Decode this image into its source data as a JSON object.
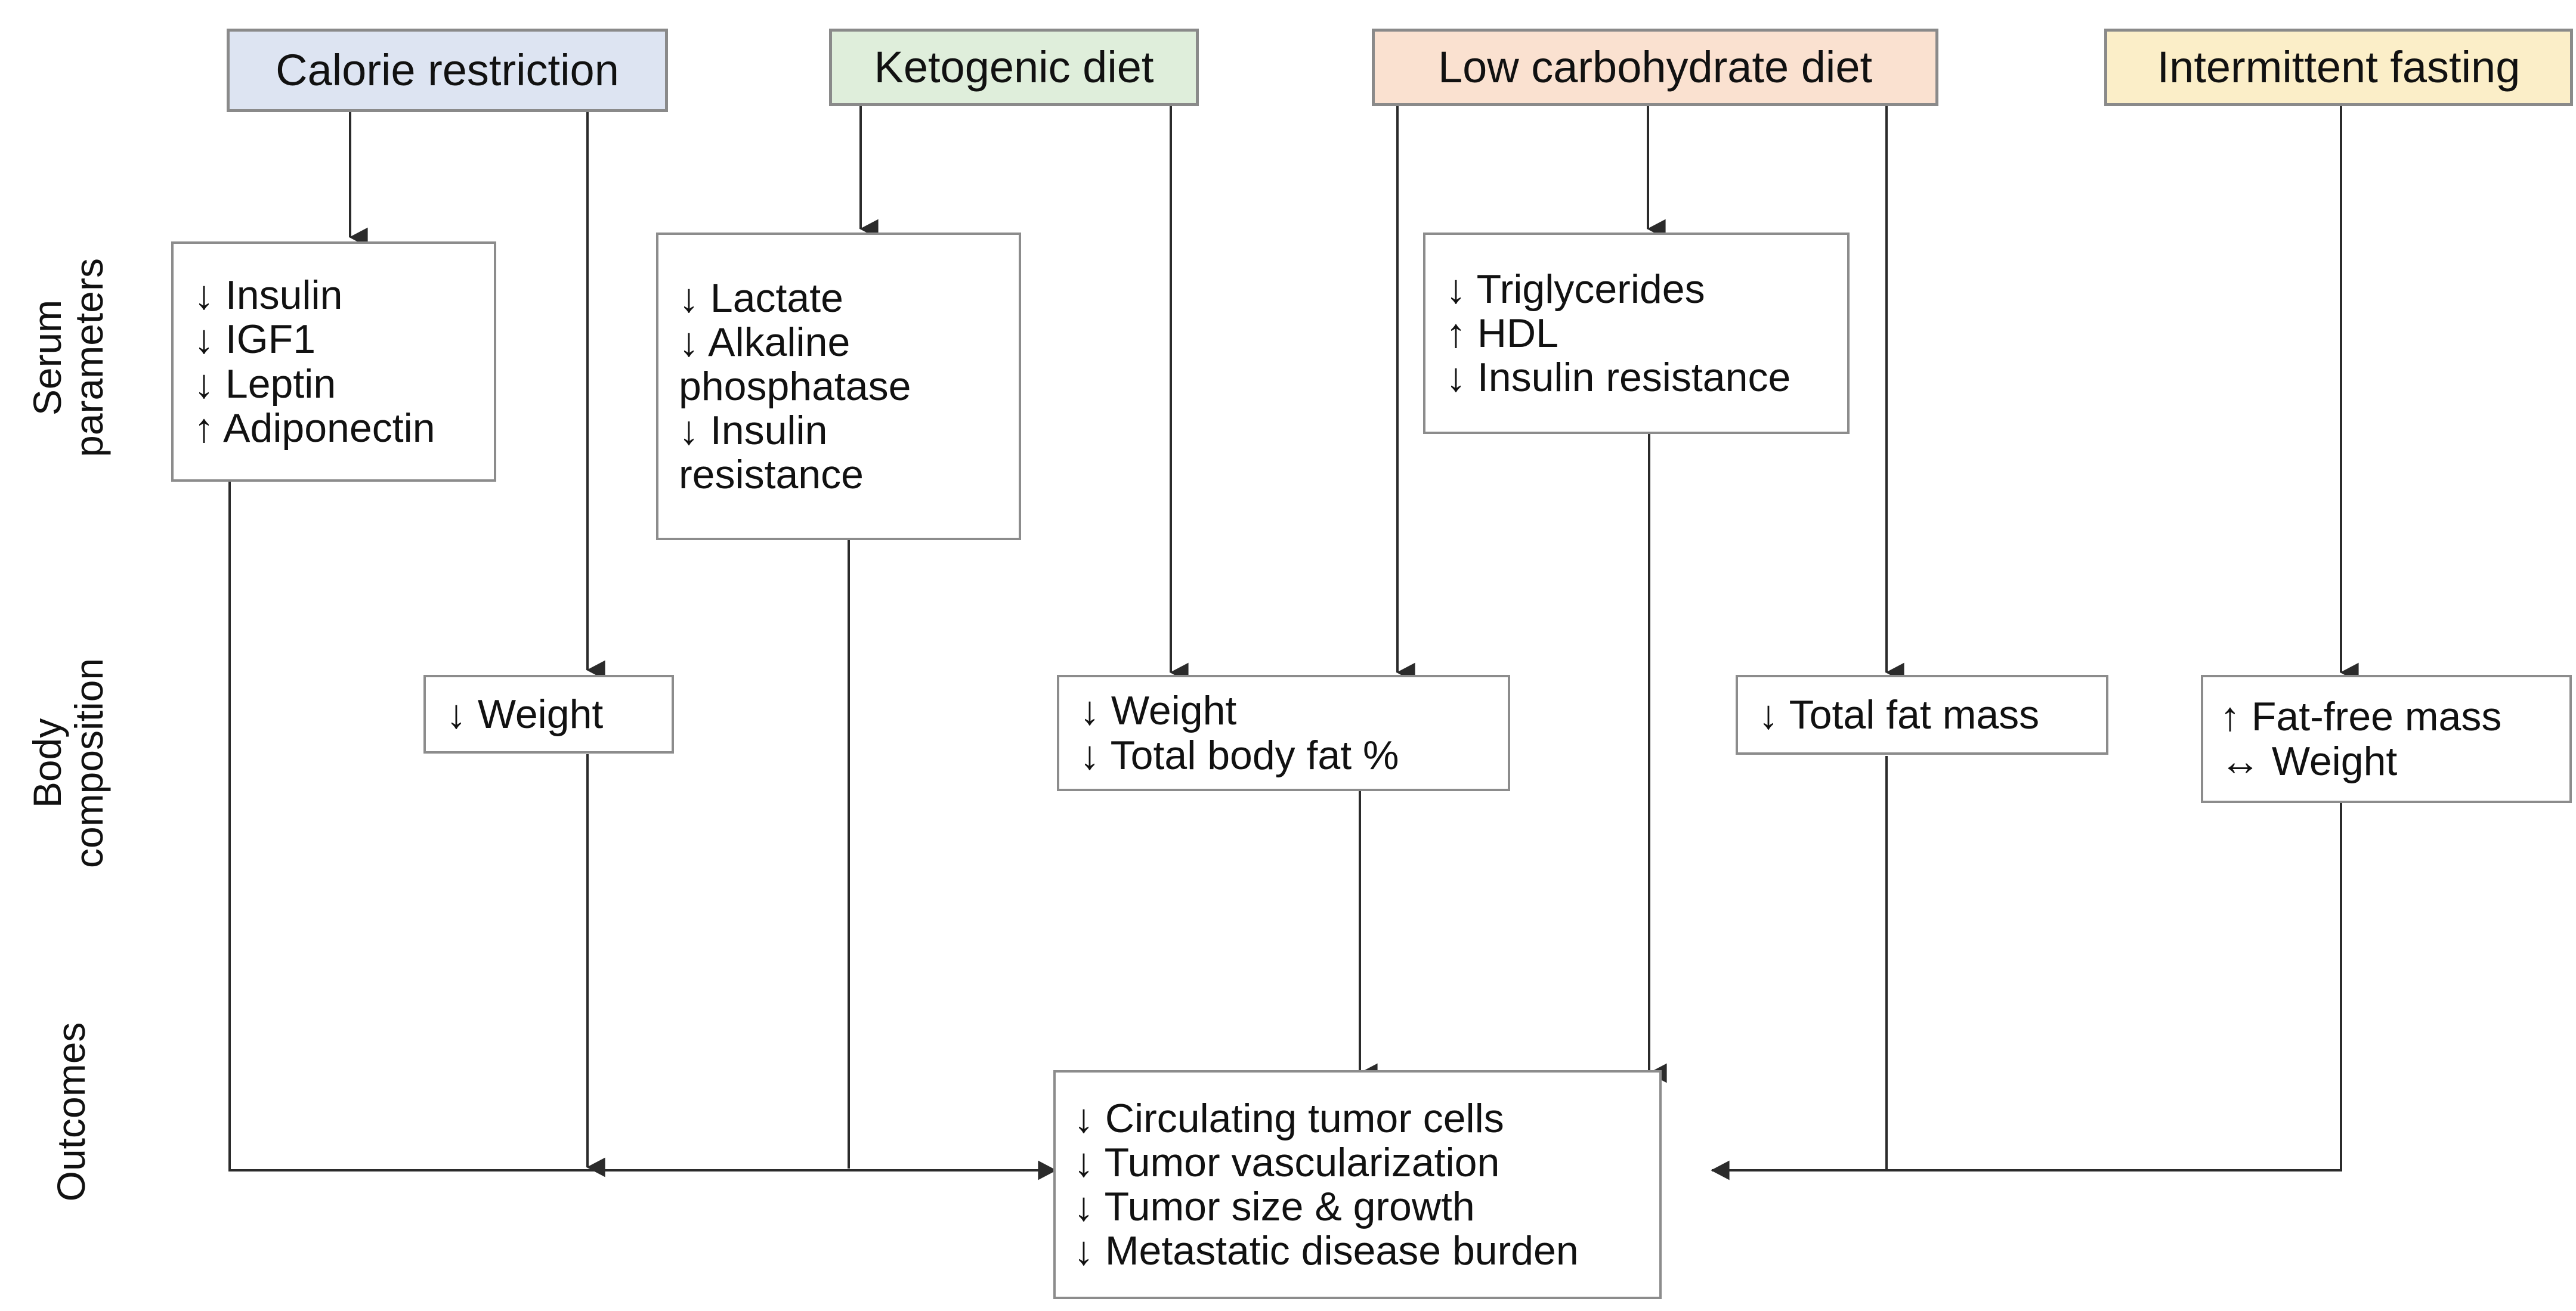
{
  "figure": {
    "type": "flow-diagram",
    "background": "#ffffff"
  },
  "row_labels": [
    {
      "id": "serum",
      "text": "Serum\nparameters"
    },
    {
      "id": "body",
      "text": "Body\ncomposition"
    },
    {
      "id": "outcomes",
      "text": "Outcomes"
    }
  ],
  "diets": [
    {
      "id": "calorie-restriction",
      "label": "Calorie restriction",
      "color": "#dde4f2"
    },
    {
      "id": "ketogenic-diet",
      "label": "Ketogenic diet",
      "color": "#dfeedb"
    },
    {
      "id": "low-carbohydrate-diet",
      "label": "Low carbohydrate diet",
      "color": "#fae1d0"
    },
    {
      "id": "intermittent-fasting",
      "label": "Intermittent fasting",
      "color": "#fbeec8"
    }
  ],
  "serum_boxes": [
    {
      "id": "serum-calorie-restriction",
      "items": [
        "↓ Insulin",
        "↓ IGF1",
        "↓ Leptin",
        "↑ Adiponectin"
      ]
    },
    {
      "id": "serum-ketogenic",
      "items": [
        "↓ Lactate",
        "↓ Alkaline phosphatase",
        "↓ Insulin resistance"
      ]
    },
    {
      "id": "serum-low-carb",
      "items": [
        "↓ Triglycerides",
        "↑ HDL",
        "↓ Insulin resistance"
      ]
    }
  ],
  "body_boxes": [
    {
      "id": "body-weight",
      "items": [
        "↓ Weight"
      ]
    },
    {
      "id": "body-weight-fat",
      "items": [
        "↓ Weight",
        "↓ Total body fat %"
      ]
    },
    {
      "id": "body-total-fat-mass",
      "items": [
        "↓ Total fat mass"
      ]
    },
    {
      "id": "body-fat-free-mass",
      "items": [
        "↑ Fat-free mass",
        "↔ Weight"
      ]
    }
  ],
  "outcome_box": {
    "id": "outcomes-box",
    "items": [
      "↓ Circulating tumor cells",
      "↓ Tumor vascularization",
      "↓ Tumor size & growth",
      "↓ Metastatic disease burden"
    ]
  },
  "style": {
    "connector_color": "#2b2b2b",
    "box_border": "#8c8c8c",
    "text_color": "#111111"
  }
}
